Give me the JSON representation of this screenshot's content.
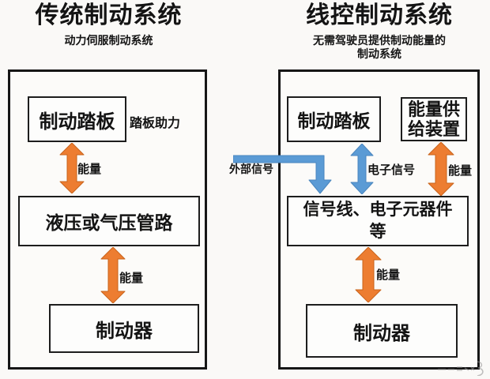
{
  "colors": {
    "arrow-orange": "#ED7D31",
    "arrow-orange-edge": "#c9641c",
    "arrow-blue": "#5B9BD5",
    "arrow-blue-edge": "#4a86be",
    "text": "#141414"
  },
  "left": {
    "title": "传统制动系统",
    "subtitle": "动力伺服制动系统",
    "pedal_box": "制动踏板",
    "pedal_note": "踏板助力",
    "energy_label_1": "能量",
    "line_box": "液压或气压管路",
    "energy_label_2": "能量",
    "brake_box": "制动器"
  },
  "right": {
    "title": "线控制动系统",
    "subtitle_line1": "无需驾驶员提供制动能量的",
    "subtitle_line2": "制动系统",
    "pedal_box": "制动踏板",
    "energy_supply_line1": "能量供",
    "energy_supply_line2": "给装置",
    "external_signal_label": "外部信号",
    "electronic_signal_label": "电子信号",
    "energy_label_top": "能量",
    "signal_box_line1": "信号线、电子元器件",
    "signal_box_line2": "等",
    "energy_label_bottom": "能量",
    "brake_box": "制动器"
  }
}
